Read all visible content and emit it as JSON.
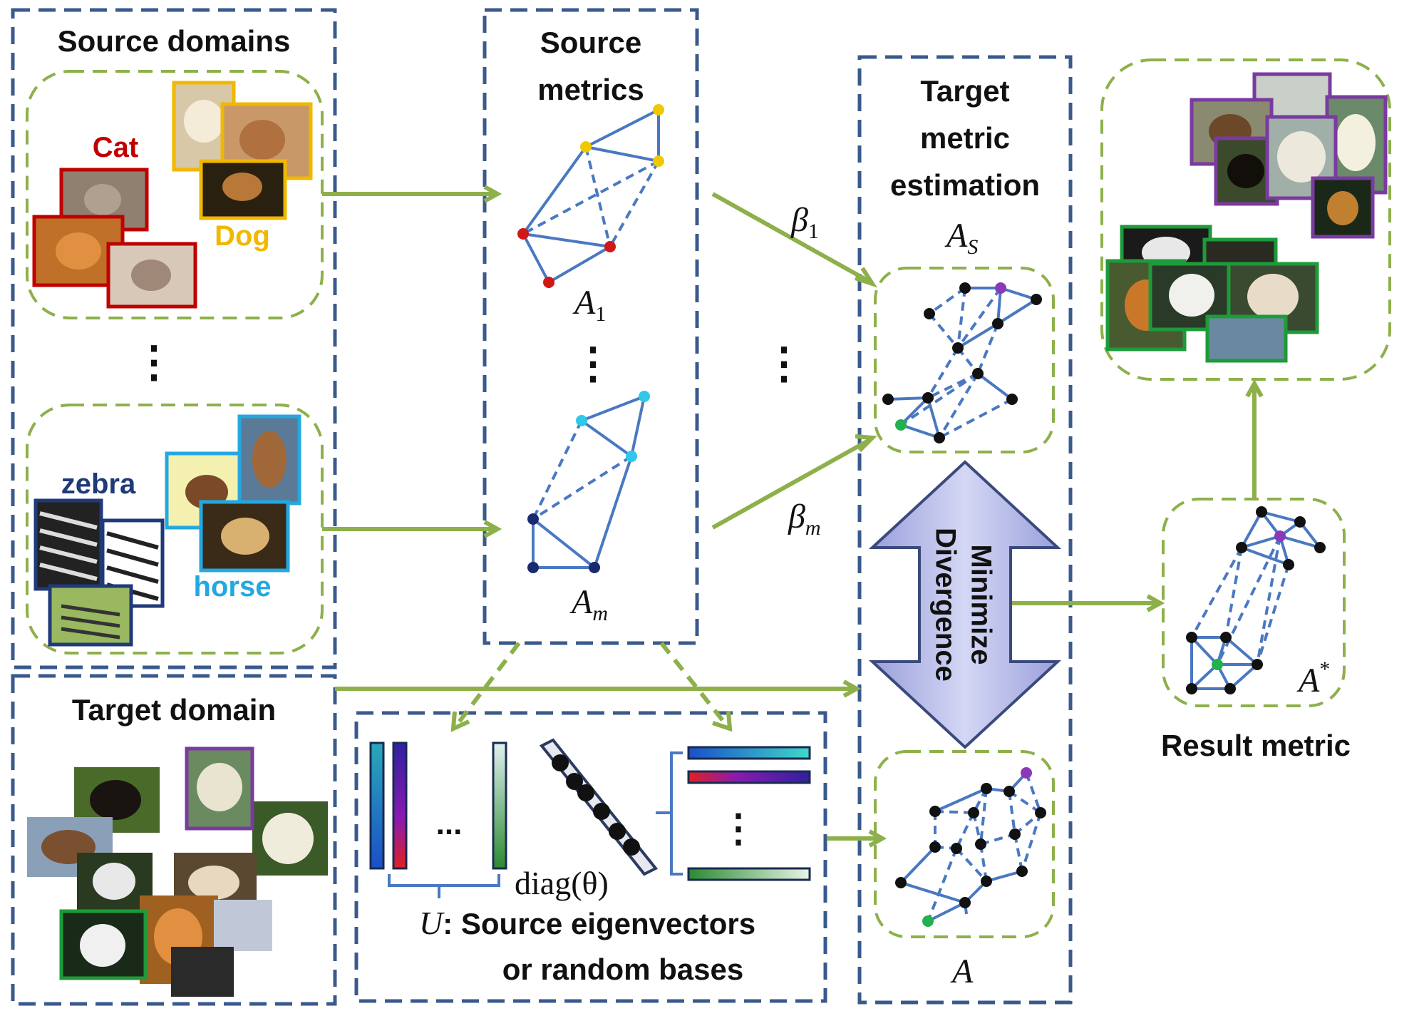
{
  "panels": {
    "source_domains": "Source domains",
    "source_metrics_1": "Source",
    "source_metrics_2": "metrics",
    "target_estimation_1": "Target",
    "target_estimation_2": "metric",
    "target_estimation_3": "estimation",
    "target_domain": "Target domain",
    "result_metric": "Result metric"
  },
  "labels": {
    "cat": "Cat",
    "dog": "Dog",
    "zebra": "zebra",
    "horse": "horse",
    "minimize_1": "Minimize",
    "minimize_2": "Divergence",
    "bases_U": "U",
    "bases_1": ": Source eigenvectors",
    "bases_2": "or random bases",
    "diag": "diag(θ)",
    "dots": "⋮",
    "hdots": "..."
  },
  "math": {
    "A1_base": "A",
    "A1_sub": "1",
    "Am_base": "A",
    "Am_sub": "m",
    "AS_base": "A",
    "AS_sub": "S",
    "A_base": "A",
    "Astar_base": "A",
    "Astar_sup": "*",
    "beta1_base": "β",
    "beta1_sub": "1",
    "betam_base": "β",
    "betam_sub": "m"
  },
  "colors": {
    "panel_border": "#3a5a8c",
    "green_dash": "#8db04a",
    "arrow_green": "#8db04a",
    "graph_edge": "#4a78c2",
    "cat_red": "#c00000",
    "dog_yellow": "#f0b800",
    "zebra_navy": "#1f3a78",
    "horse_cyan": "#23a8e0",
    "node_red": "#d01818",
    "node_yellow": "#f0c800",
    "node_cyan": "#30c8e8",
    "node_navy": "#1a2a70",
    "node_black": "#111111",
    "node_purple": "#8a3ab8",
    "node_green": "#22b050",
    "arrow_fill": "#b8bce8",
    "frame_green": "#1e9a3a",
    "frame_purple": "#7a3aa0"
  },
  "icons": [
    "cat-photo",
    "dog-photo",
    "zebra-photo",
    "horse-photo",
    "bear-photo",
    "tiger-photo"
  ]
}
